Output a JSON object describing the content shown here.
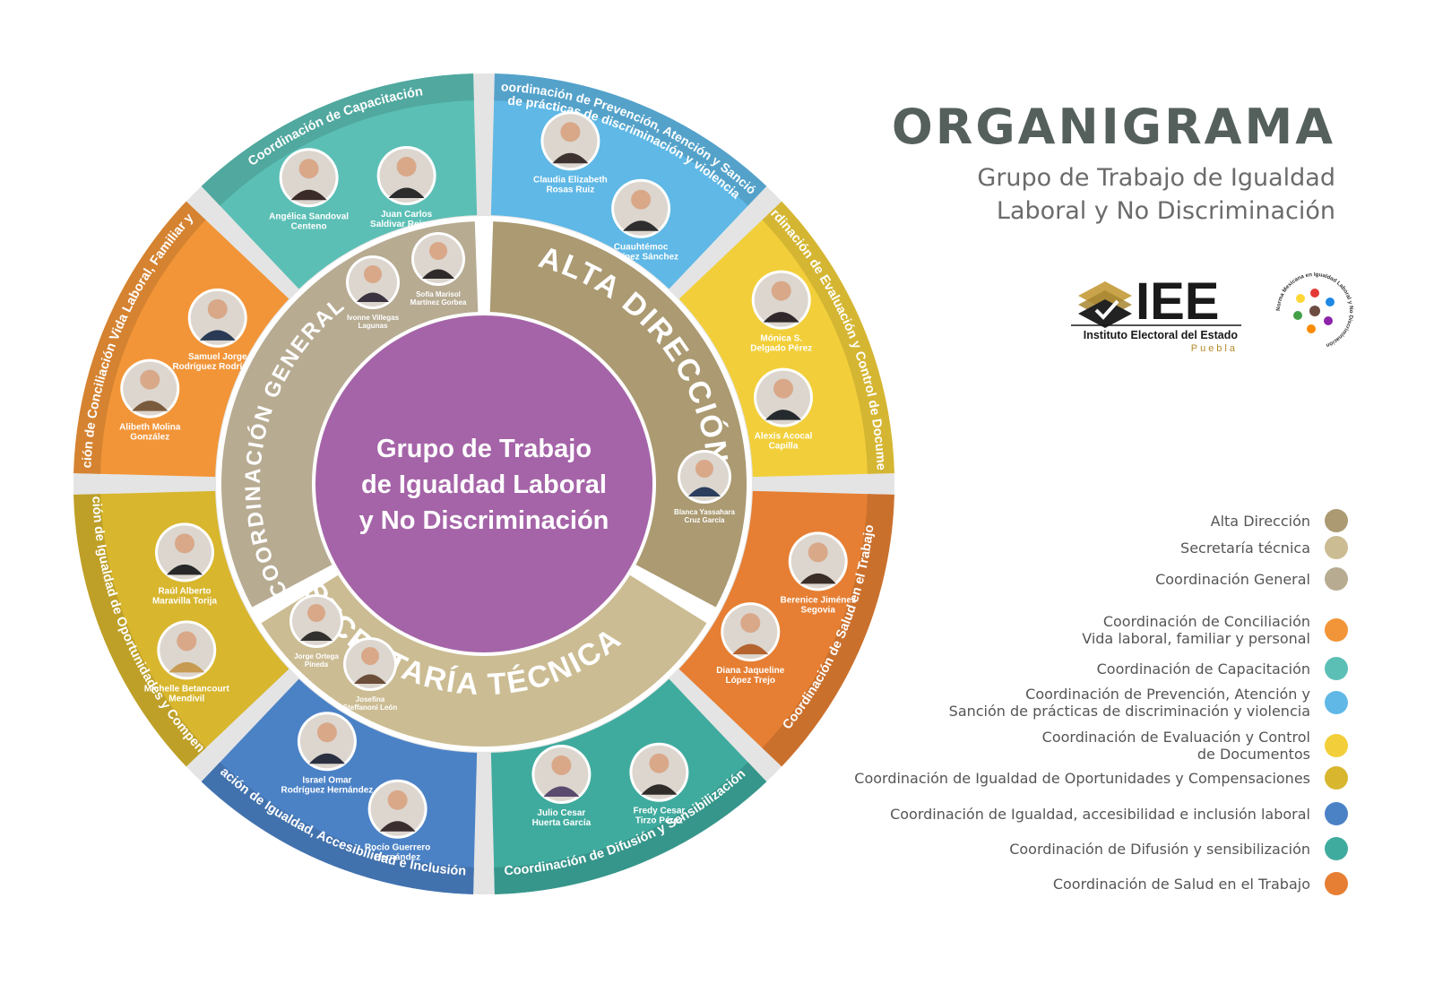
{
  "header": {
    "title": "ORGANIGRAMA",
    "subtitle_line1": "Grupo de Trabajo de Igualdad",
    "subtitle_line2": "Laboral y No Discriminación"
  },
  "logos": {
    "iee": {
      "text": "IEE",
      "caption": "Instituto Electoral del Estado",
      "state": "Puebla"
    },
    "seal": {
      "text": "Norma Mexicana en Igualdad Laboral y No Discriminación"
    }
  },
  "center": {
    "lines": [
      "Grupo de Trabajo",
      "de Igualdad Laboral",
      "y No Discriminación"
    ],
    "color": "#a564a8"
  },
  "inner_ring": [
    {
      "id": "alta",
      "label": "ALTA DIRECCIÓN",
      "color": "#ab9a72",
      "people": [
        {
          "name": [
            "Blanca Yassahara",
            "Cruz García"
          ],
          "photo_bg": "#2c3d5e"
        }
      ]
    },
    {
      "id": "secretaria",
      "label": "SECRETARÍA TÉCNICA",
      "color": "#cbbc93",
      "people": [
        {
          "name": [
            "Jorge Ortega",
            "Pineda"
          ],
          "photo_bg": "#32302e"
        },
        {
          "name": [
            "Josefina",
            "Steffanoni León"
          ],
          "photo_bg": "#6b4e3a"
        }
      ]
    },
    {
      "id": "coordinacion",
      "label": "COORDINACIÓN GENERAL",
      "color": "#b7ab92",
      "people": [
        {
          "name": [
            "Ivonne Villegas",
            "Lagunas"
          ],
          "photo_bg": "#3b3440"
        },
        {
          "name": [
            "Sofía Marisol",
            "Martínez Gorbea"
          ],
          "photo_bg": "#2e2a2a"
        }
      ]
    }
  ],
  "outer_ring": [
    {
      "id": "prevencion",
      "label": [
        "Coordinación de Prevención, Atención y Sanción",
        "de prácticas de discriminación y violencia"
      ],
      "color": "#5fb8e6",
      "people": [
        {
          "name": [
            "Claudia Elizabeth",
            "Rosas Ruiz"
          ],
          "photo_bg": "#3d3230"
        },
        {
          "name": [
            "Cuauhtémoc",
            "Martínez Sánchez"
          ],
          "photo_bg": "#2e2e2e"
        }
      ]
    },
    {
      "id": "evaluacion",
      "label": [
        "Coordinación de Evaluación y Control de Documentos"
      ],
      "color": "#f2cf3a",
      "people": [
        {
          "name": [
            "Mónica S.",
            "Delgado Pérez"
          ],
          "photo_bg": "#30282a"
        },
        {
          "name": [
            "Alexis Acocal",
            "Capilla"
          ],
          "photo_bg": "#252a2e"
        }
      ]
    },
    {
      "id": "salud",
      "label": [
        "Coordinación de Salud en el Trabajo"
      ],
      "color": "#e67f33",
      "people": [
        {
          "name": [
            "Berenice Jiménez",
            "Segovia"
          ],
          "photo_bg": "#3a2c26"
        },
        {
          "name": [
            "Diana Jaqueline",
            "López Trejo"
          ],
          "photo_bg": "#b5642f"
        }
      ]
    },
    {
      "id": "difusion",
      "label": [
        "Coordinación de Difusión y Sensibilización"
      ],
      "color": "#3fab9e",
      "people": [
        {
          "name": [
            "Fredy Cesar",
            "Tirzo Pérez"
          ],
          "photo_bg": "#2f2c2a"
        },
        {
          "name": [
            "Julio Cesar",
            "Huerta García"
          ],
          "photo_bg": "#5a4a6e"
        }
      ]
    },
    {
      "id": "accesibilidad",
      "label": [
        "Coordinación de Igualdad, Accesibilidad e Inclusión Laboral"
      ],
      "color": "#4b82c6",
      "people": [
        {
          "name": [
            "Rocío Guerrero",
            "Hernández"
          ],
          "photo_bg": "#3a2e2e"
        },
        {
          "name": [
            "Israel Omar",
            "Rodríguez Hernández"
          ],
          "photo_bg": "#2a3040"
        }
      ]
    },
    {
      "id": "oportunidades",
      "label": [
        "Coordinación de Igualdad de Oportunidades y Compensaciones"
      ],
      "color": "#d8b62d",
      "people": [
        {
          "name": [
            "Michelle Betancourt",
            "Mendivil"
          ],
          "photo_bg": "#c79a52"
        },
        {
          "name": [
            "Raúl Alberto",
            "Maravilla Torija"
          ],
          "photo_bg": "#282828"
        }
      ]
    },
    {
      "id": "conciliacion",
      "label": [
        "Coordinación de Conciliación Vida Laboral, Familiar y Personal"
      ],
      "color": "#f29538",
      "people": [
        {
          "name": [
            "Alibeth Molina",
            "González"
          ],
          "photo_bg": "#7a5a3c"
        },
        {
          "name": [
            "Samuel Jorge",
            "Rodríguez Rodríguez"
          ],
          "photo_bg": "#2a3a55"
        }
      ]
    },
    {
      "id": "capacitacion",
      "label": [
        "Coordinación de Capacitación"
      ],
      "color": "#5bbfb5",
      "people": [
        {
          "name": [
            "Angélica Sandoval",
            "Centeno"
          ],
          "photo_bg": "#3a2a28"
        },
        {
          "name": [
            "Juan Carlos",
            "Saldivar Reinoso"
          ],
          "photo_bg": "#2c2c2c"
        }
      ]
    }
  ],
  "legend": [
    {
      "label": "Alta Dirección",
      "color": "#ab9a72"
    },
    {
      "label": "Secretaría técnica",
      "color": "#cbbc93"
    },
    {
      "label": "Coordinación General",
      "color": "#b7ab92"
    },
    {
      "label": "Coordinación de Conciliación\nVida laboral, familiar y personal",
      "color": "#f29538"
    },
    {
      "label": "Coordinación de Capacitación",
      "color": "#5bbfb5"
    },
    {
      "label": "Coordinación de Prevención, Atención y\nSanción de prácticas de discriminación y violencia",
      "color": "#5fb8e6"
    },
    {
      "label": "Coordinación de Evaluación y Control\nde Documentos",
      "color": "#f2cf3a"
    },
    {
      "label": "Coordinación de Igualdad de Oportunidades y Compensaciones",
      "color": "#d8b62d"
    },
    {
      "label": "Coordinación de Igualdad, accesibilidad e inclusión laboral",
      "color": "#4b82c6"
    },
    {
      "label": "Coordinación de Difusión y sensibilización",
      "color": "#3fab9e"
    },
    {
      "label": "Coordinación de Salud en el Trabajo",
      "color": "#e67f33"
    }
  ]
}
